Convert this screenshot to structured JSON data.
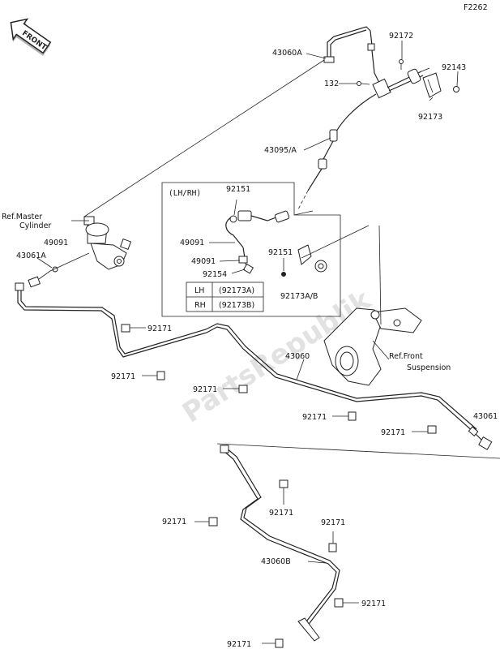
{
  "diagram_code": "F2262",
  "front_label": "FRONT",
  "watermark": "PartsRepublik",
  "inset": {
    "title": "(LH/RH)",
    "table": [
      {
        "side": "LH",
        "part": "(92173A)"
      },
      {
        "side": "RH",
        "part": "(92173B)"
      }
    ]
  },
  "refs": {
    "master_line1": "Ref.Master",
    "master_line2": "Cylinder",
    "front_line1": "Ref.Front",
    "front_line2": "Suspension"
  },
  "callouts": {
    "c43060A": "43060A",
    "c92172": "92172",
    "c92143": "92143",
    "c132": "132",
    "c92173": "92173",
    "c43095A": "43095/A",
    "c92151_inset": "92151",
    "c49091_inset_a": "49091",
    "c49091_inset_b": "49091",
    "c92154": "92154",
    "c92151": "92151",
    "c92173AB": "92173A/B",
    "c49091": "49091",
    "c43061A": "43061A",
    "c92171_a": "92171",
    "c43060": "43060",
    "c92171_b": "92171",
    "c92171_c": "92171",
    "c92171_d": "92171",
    "c43061": "43061",
    "c92171_e": "92171",
    "c92171_f": "92171",
    "c92171_g": "92171",
    "c92171_h": "92171",
    "c43060B": "43060B",
    "c92171_i": "92171",
    "c92171_j": "92171"
  }
}
